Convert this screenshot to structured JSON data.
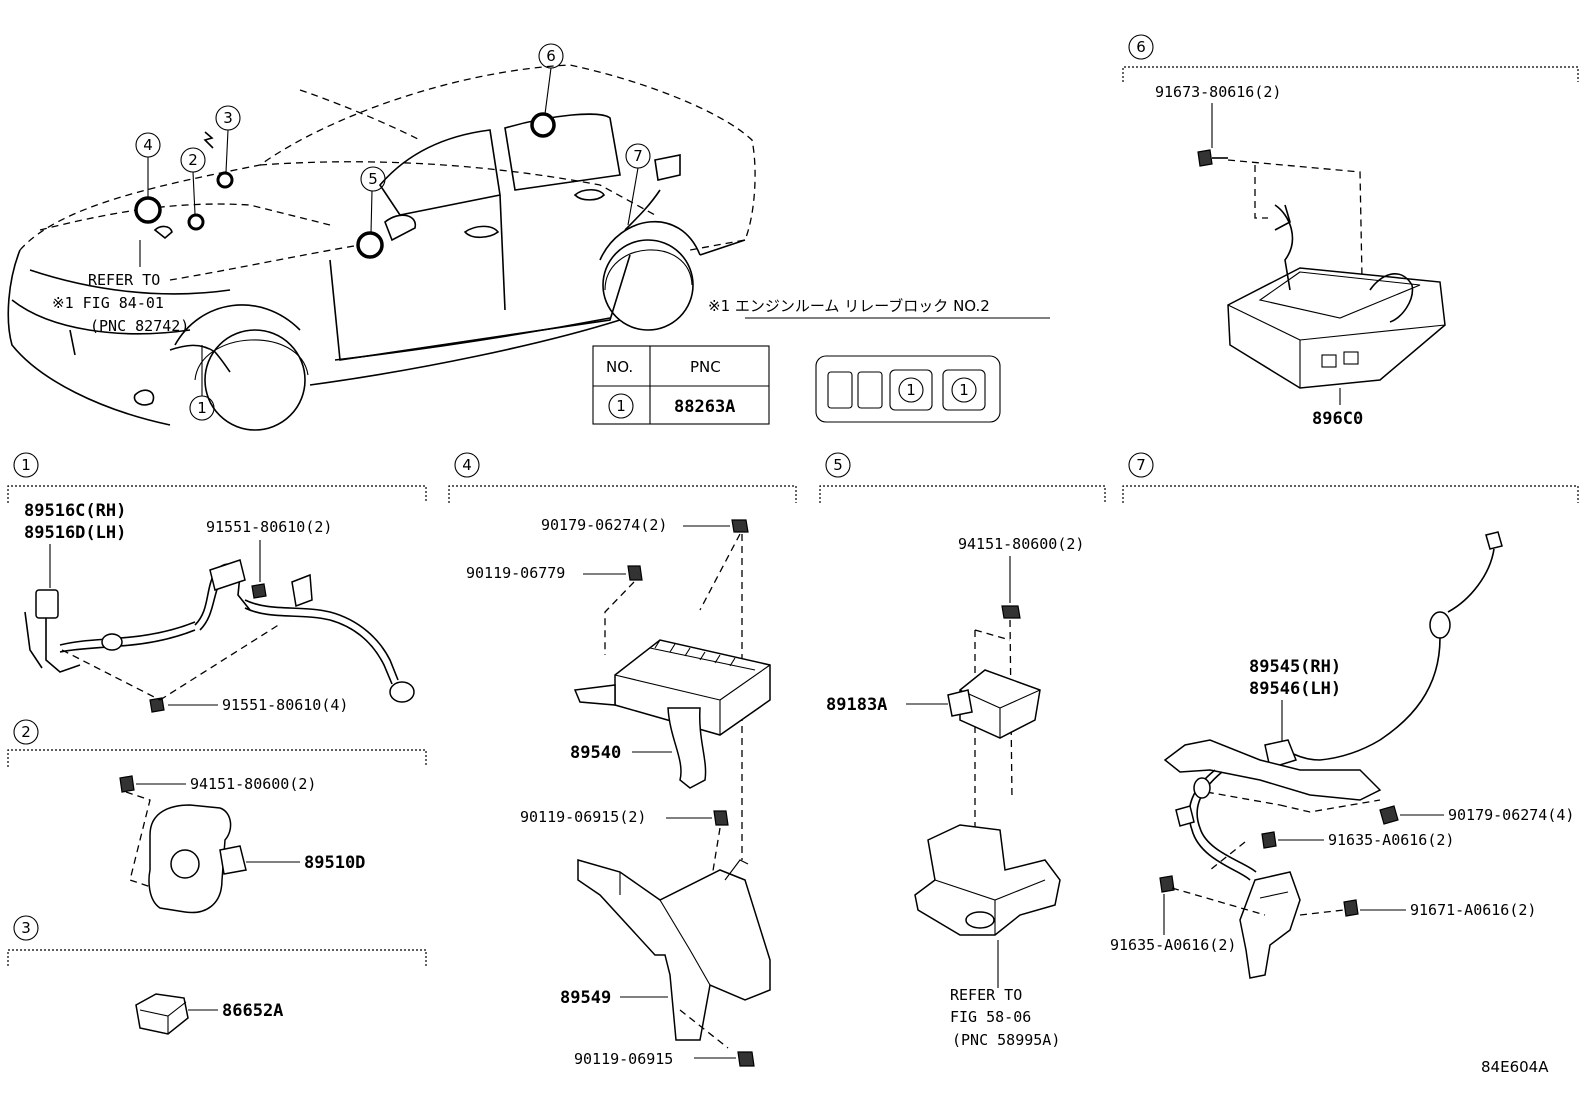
{
  "overview": {
    "callouts": [
      "4",
      "2",
      "3",
      "6",
      "5",
      "7",
      "1"
    ],
    "refer_lines": [
      "REFER TO",
      "※1 FIG 84-01",
      "(PNC 82742)"
    ],
    "note": "※1 エンジンルーム リレーブロック NO.2",
    "table": {
      "col1_header": "NO.",
      "col2_header": "PNC",
      "row_no": "1",
      "row_pnc": "88263A"
    },
    "relay_block_marks": [
      "1",
      "1"
    ]
  },
  "sections": {
    "s1": {
      "id": "1",
      "labels": [
        "89516C(RH)",
        "89516D(LH)",
        "91551-80610(2)",
        "91551-80610(4)"
      ]
    },
    "s2": {
      "id": "2",
      "labels": [
        "94151-80600(2)",
        "89510D"
      ]
    },
    "s3": {
      "id": "3",
      "labels": [
        "86652A"
      ]
    },
    "s4": {
      "id": "4",
      "labels": [
        "90179-06274(2)",
        "90119-06779",
        "89540",
        "90119-06915(2)",
        "89549",
        "90119-06915"
      ]
    },
    "s5": {
      "id": "5",
      "labels": [
        "94151-80600(2)",
        "89183A",
        "REFER TO",
        "FIG 58-06",
        "(PNC 58995A)"
      ]
    },
    "s6": {
      "id": "6",
      "labels": [
        "91673-80616(2)",
        "896C0"
      ]
    },
    "s7": {
      "id": "7",
      "labels": [
        "89545(RH)",
        "89546(LH)",
        "90179-06274(4)",
        "91635-A0616(2)",
        "91671-A0616(2)",
        "91635-A0616(2)"
      ]
    }
  },
  "figure_code": "84E604A"
}
